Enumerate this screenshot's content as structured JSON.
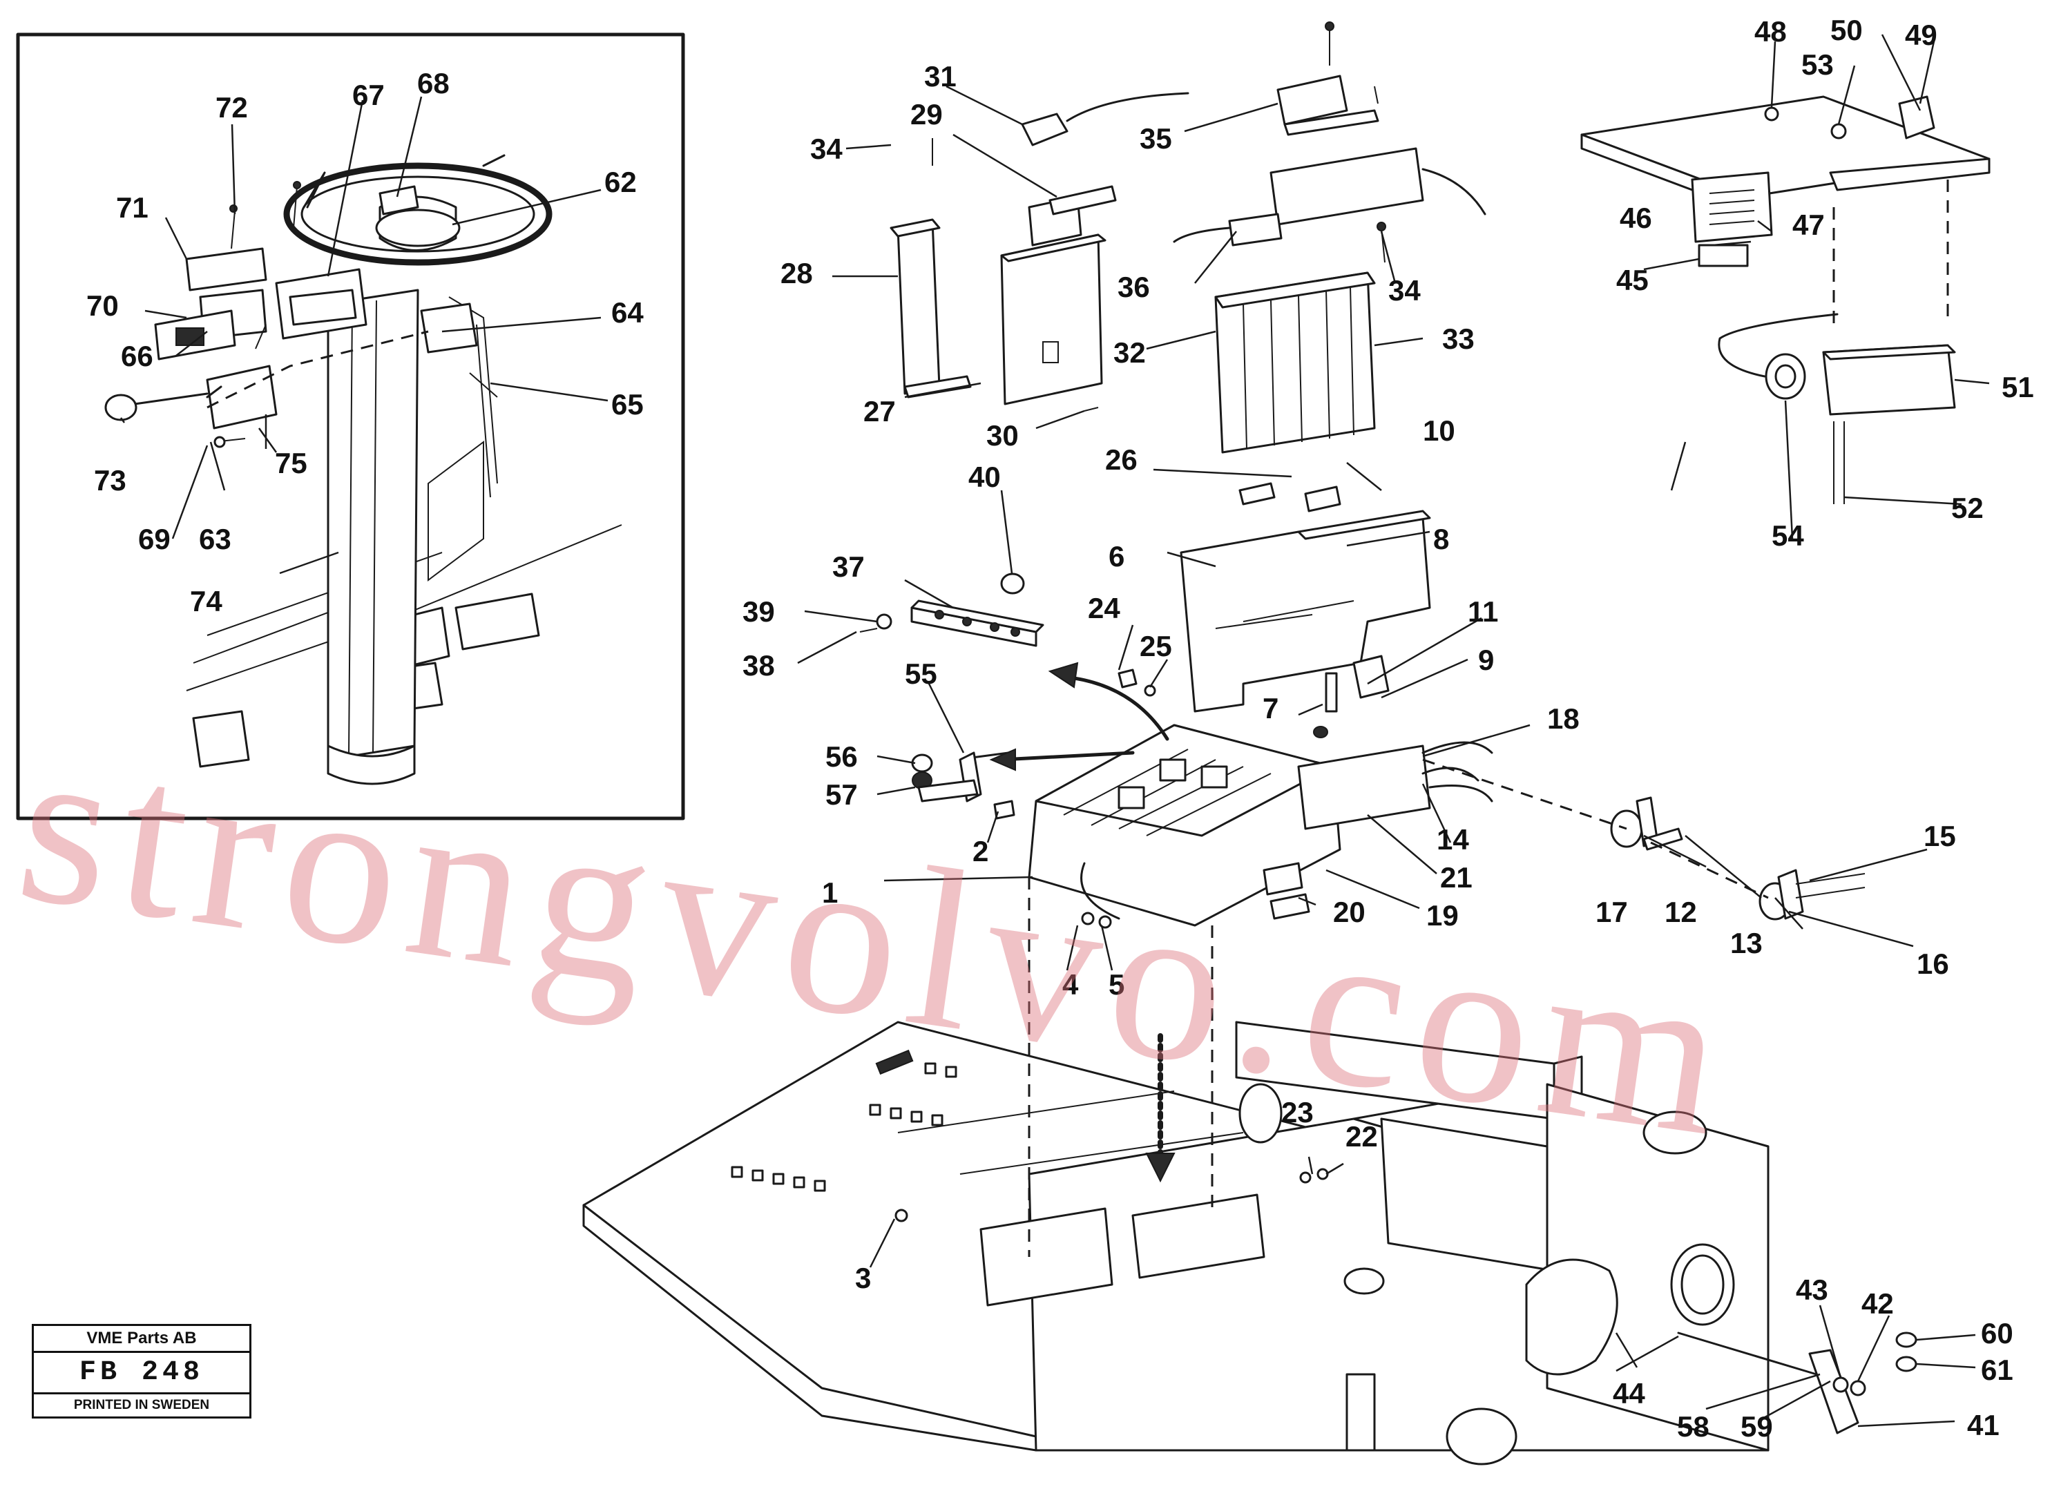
{
  "watermark": "strongvolvo.com",
  "stamp": {
    "company": "VME Parts AB",
    "code": "FB 248",
    "printed": "PRINTED IN SWEDEN"
  },
  "callouts": [
    "1",
    "2",
    "3",
    "4",
    "5",
    "6",
    "7",
    "8",
    "9",
    "10",
    "11",
    "12",
    "13",
    "14",
    "15",
    "16",
    "17",
    "18",
    "19",
    "20",
    "21",
    "22",
    "23",
    "24",
    "25",
    "26",
    "27",
    "28",
    "29",
    "30",
    "31",
    "32",
    "33",
    "34",
    "34",
    "35",
    "36",
    "37",
    "38",
    "39",
    "40",
    "41",
    "42",
    "43",
    "44",
    "45",
    "46",
    "47",
    "48",
    "49",
    "50",
    "51",
    "52",
    "53",
    "54",
    "55",
    "56",
    "57",
    "58",
    "59",
    "60",
    "61",
    "62",
    "63",
    "64",
    "65",
    "66",
    "67",
    "68",
    "69",
    "70",
    "71",
    "72",
    "73",
    "74",
    "75"
  ]
}
